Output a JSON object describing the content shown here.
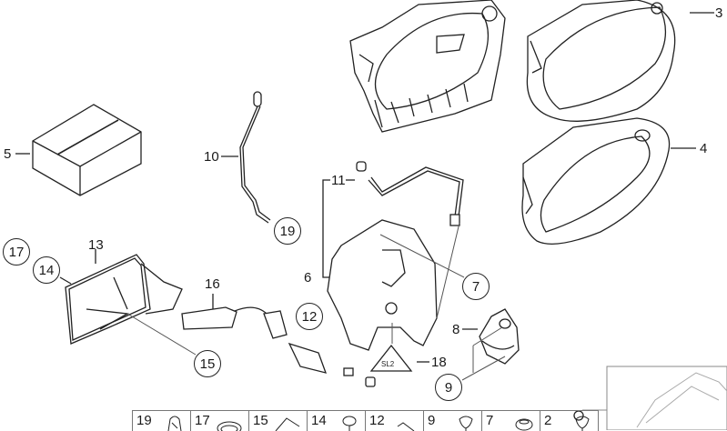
{
  "diagram": {
    "type": "exploded-parts-diagram",
    "subject": "Door handle and lock assembly",
    "callouts": [
      {
        "id": "3",
        "label": "3",
        "style": "plain"
      },
      {
        "id": "4",
        "label": "4",
        "style": "plain"
      },
      {
        "id": "5",
        "label": "5",
        "style": "plain"
      },
      {
        "id": "6",
        "label": "6",
        "style": "plain"
      },
      {
        "id": "7",
        "label": "7",
        "style": "circled"
      },
      {
        "id": "8",
        "label": "8",
        "style": "plain"
      },
      {
        "id": "9",
        "label": "9",
        "style": "circled"
      },
      {
        "id": "10",
        "label": "10",
        "style": "plain"
      },
      {
        "id": "11",
        "label": "11",
        "style": "plain"
      },
      {
        "id": "12",
        "label": "12",
        "style": "circled"
      },
      {
        "id": "13",
        "label": "13",
        "style": "plain"
      },
      {
        "id": "14",
        "label": "14",
        "style": "circled"
      },
      {
        "id": "15",
        "label": "15",
        "style": "circled"
      },
      {
        "id": "16",
        "label": "16",
        "style": "plain"
      },
      {
        "id": "17",
        "label": "17",
        "style": "circled"
      },
      {
        "id": "18",
        "label": "18",
        "style": "plain"
      },
      {
        "id": "19",
        "label": "19",
        "style": "circled"
      }
    ],
    "warning_sign_text": "SL2"
  },
  "parts_strip": {
    "cells": [
      {
        "label": "19",
        "icon": "clip-icon"
      },
      {
        "label": "17",
        "icon": "ring-icon"
      },
      {
        "label": "15",
        "icon": "bracket-icon"
      },
      {
        "label": "14",
        "icon": "screw-icon"
      },
      {
        "label": "12",
        "icon": "pin-icon"
      },
      {
        "label": "9",
        "icon": "screw-icon"
      },
      {
        "label": "7",
        "icon": "screw-icon"
      },
      {
        "label": "2",
        "icon": "screw-icon"
      }
    ]
  },
  "thumbnail": {
    "icon": "car-outline-icon"
  },
  "colors": {
    "line": "#222222",
    "background": "#ffffff",
    "frame": "#777777"
  }
}
